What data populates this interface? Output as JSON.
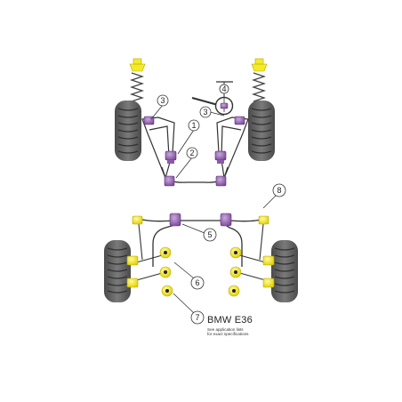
{
  "title": "BMW E36",
  "note_lines": [
    "See application lists",
    "for exact specifications"
  ],
  "callouts": [
    "1",
    "2",
    "3",
    "3",
    "4",
    "5",
    "6",
    "7",
    "8"
  ],
  "colors": {
    "tyre": "#5f5f5f",
    "tyre_dark": "#3c3c3c",
    "tread": "#8a8a8a",
    "bush_purple": "#8a5aa8",
    "bush_purple_light": "#b58ccc",
    "bush_yellow": "#f3ea2a",
    "bush_yellow_dark": "#d9c800",
    "line": "#333333"
  }
}
